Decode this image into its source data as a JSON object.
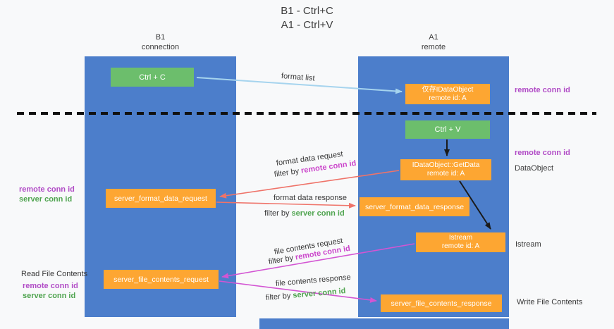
{
  "title": {
    "line1": "B1 - Ctrl+C",
    "line2": "A1 - Ctrl+V"
  },
  "lifelines": {
    "left": {
      "name": "B1",
      "role": "connection"
    },
    "right": {
      "name": "A1",
      "role": "remote"
    }
  },
  "nodes": {
    "ctrl_c": {
      "label": "Ctrl + C"
    },
    "idataobject_kept": {
      "line1": "仅存IDataObject",
      "line2": "remote id: A"
    },
    "ctrl_v": {
      "label": "Ctrl + V"
    },
    "getdata": {
      "line1": "IDataObject::GetData",
      "line2": "remote id: A"
    },
    "format_request": {
      "label": "server_format_data_request"
    },
    "format_response": {
      "label": "server_format_data_response"
    },
    "istream": {
      "line1": "Istream",
      "line2": "remote id: A"
    },
    "file_request": {
      "label": "server_file_contents_request"
    },
    "file_response": {
      "label": "server_file_contents_response"
    }
  },
  "edge_labels": {
    "format_list": "format list",
    "format_data_request": "format data request",
    "format_data_response": "format data response",
    "file_contents_request": "file contents request",
    "file_contents_response": "file contents response",
    "filter_by": "filter by ",
    "remote_conn_id": "remote conn id",
    "server_conn_id": "server conn id"
  },
  "annotations": {
    "right_remote_conn_id_top": "remote conn id",
    "right_remote_conn_id_mid": "remote conn id",
    "dataobject": "DataObject",
    "istream": "Istream",
    "write_file_contents": "Write File Contents",
    "read_file_contents": "Read File Contents",
    "left_remote_conn_id_top": "remote conn id",
    "left_server_conn_id_top": "server conn id",
    "left_remote_conn_id_bottom": "remote conn id",
    "left_server_conn_id_bottom": "server conn id"
  },
  "colors": {
    "lifeline_blue": "#4c7ecb",
    "node_orange": "#fda632",
    "node_green": "#6cbe6c",
    "label_purple": "#b14cc6",
    "label_magenta": "#cb46cb",
    "label_green": "#4fa44f",
    "arrow_light_blue": "#a6d4ee",
    "arrow_red": "#ef7369",
    "arrow_magenta": "#d355d3",
    "arrow_black": "#1a1a1a"
  }
}
